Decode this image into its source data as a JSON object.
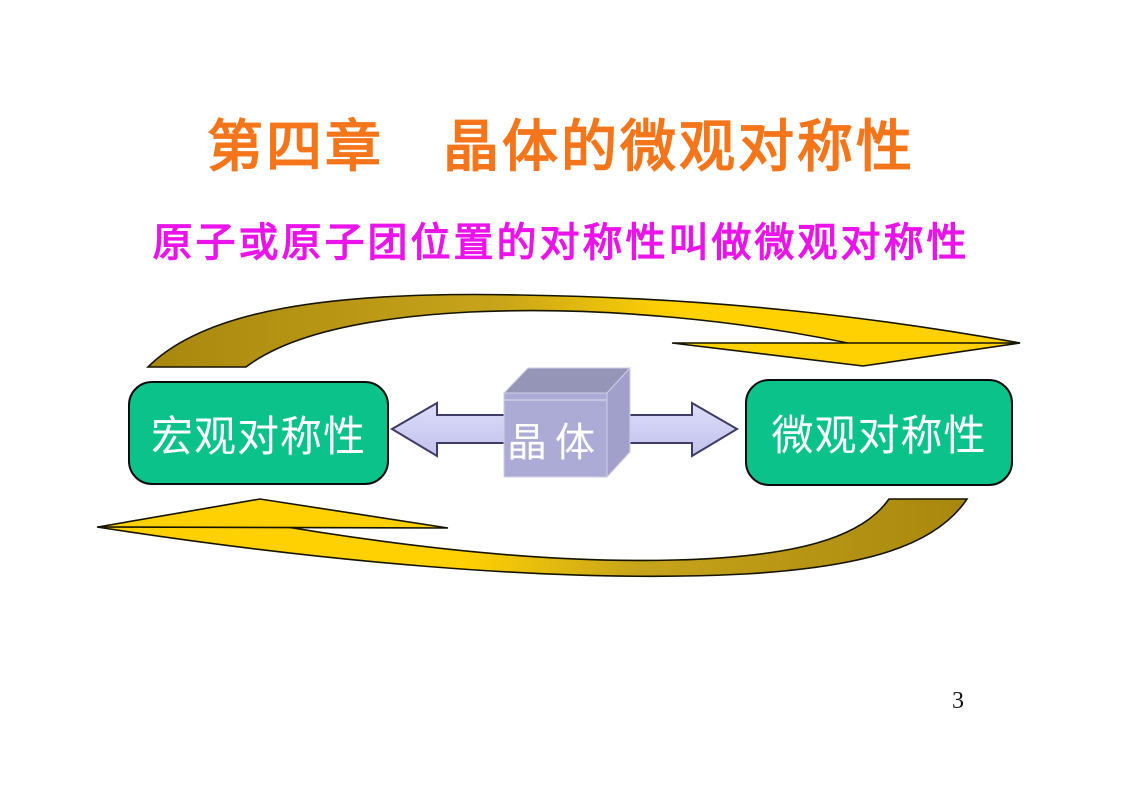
{
  "slide": {
    "title": "第四章　晶体的微观对称性",
    "subtitle": "原子或原子团位置的对称性叫做微观对称性",
    "page_number": "3"
  },
  "diagram": {
    "left_node": {
      "label": "宏观对称性"
    },
    "center_node": {
      "label": "晶体"
    },
    "right_node": {
      "label": "微观对称性"
    },
    "icons": {
      "top_arrow": "curved-cycle-arrow-pointing-right",
      "bottom_arrow": "curved-cycle-arrow-pointing-left",
      "left_arrow": "block-arrow-pointing-left",
      "right_arrow": "block-arrow-pointing-right",
      "center_shape": "3d-cube"
    },
    "colors": {
      "title_text": "#F4751A",
      "subtitle_text": "#EA14EA",
      "node_fill": "#0CC28B",
      "node_border": "#0b0b0b",
      "node_text": "#FFFFFF",
      "gold_dark": "#AE8C10",
      "gold_bright": "#FFD103",
      "block_arrow_fill": "#CFCFF4",
      "block_arrow_border": "#3C3C66",
      "cube_front": "#ABABD6",
      "cube_top": "#9595B8",
      "cube_side": "#A0A0CB",
      "cube_text": "#FFFFFF",
      "background": "#FFFFFF"
    }
  }
}
